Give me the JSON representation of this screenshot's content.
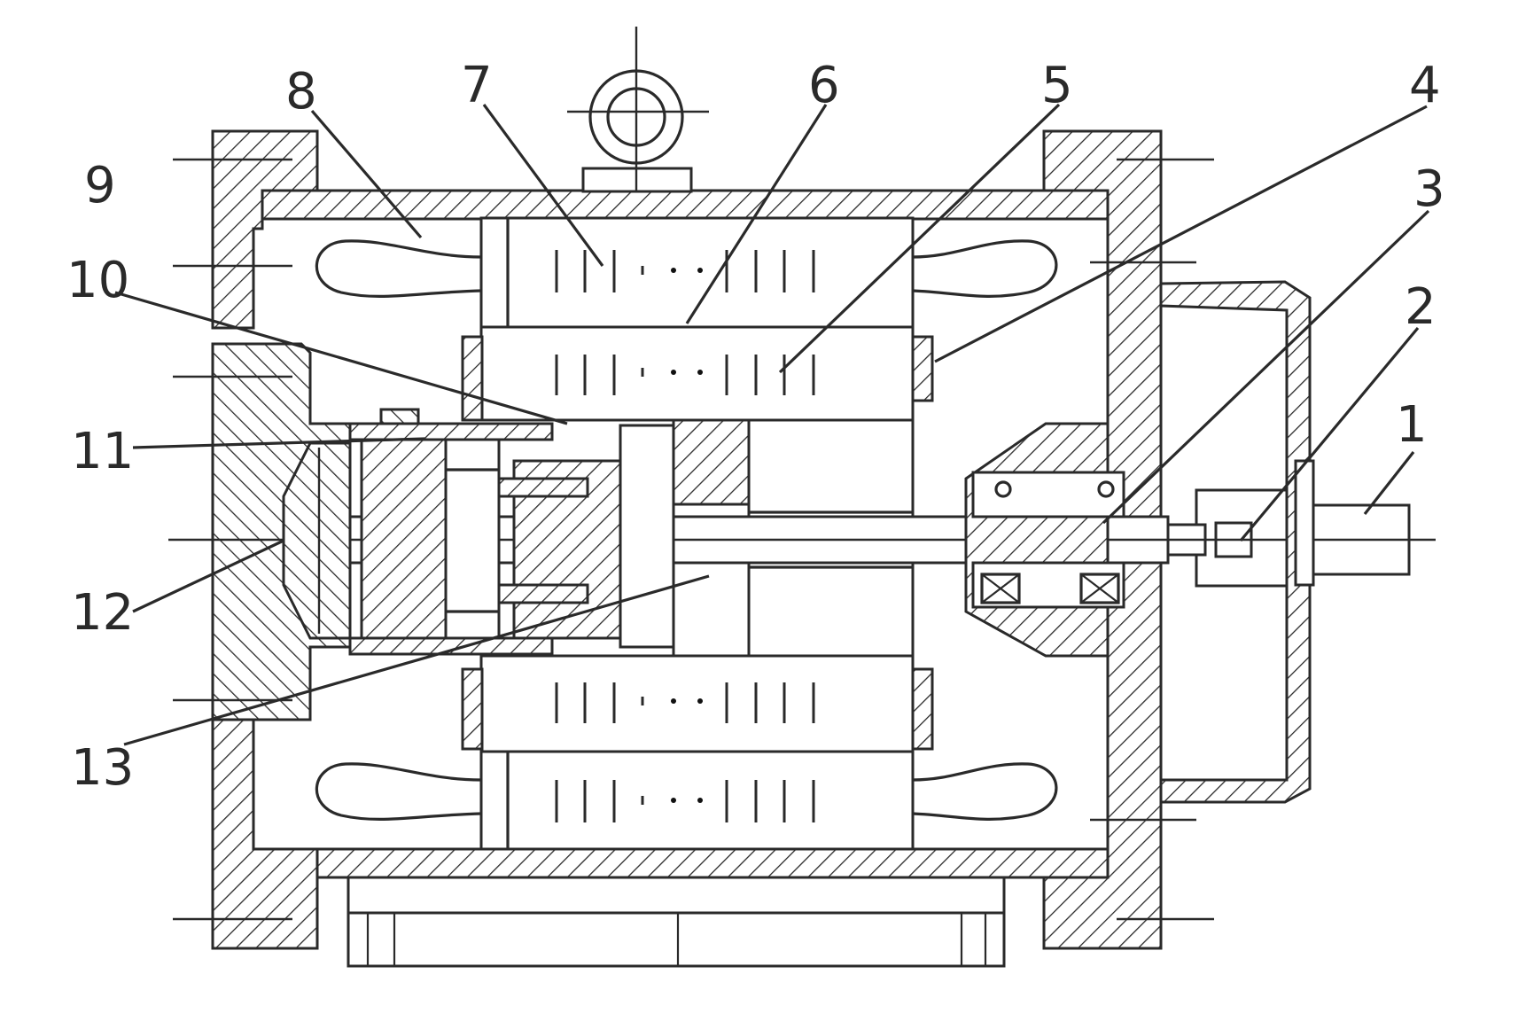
{
  "figure": {
    "callouts": [
      {
        "id": "1",
        "text": "1"
      },
      {
        "id": "2",
        "text": "2"
      },
      {
        "id": "3",
        "text": "3"
      },
      {
        "id": "4",
        "text": "4"
      },
      {
        "id": "5",
        "text": "5"
      },
      {
        "id": "6",
        "text": "6"
      },
      {
        "id": "7",
        "text": "7"
      },
      {
        "id": "8",
        "text": "8"
      },
      {
        "id": "9",
        "text": "9"
      },
      {
        "id": "10",
        "text": "10"
      },
      {
        "id": "11",
        "text": "11"
      },
      {
        "id": "12",
        "text": "12"
      },
      {
        "id": "13",
        "text": "13"
      }
    ]
  },
  "colors": {
    "ink": "#2a2a2a",
    "background": "#ffffff"
  }
}
